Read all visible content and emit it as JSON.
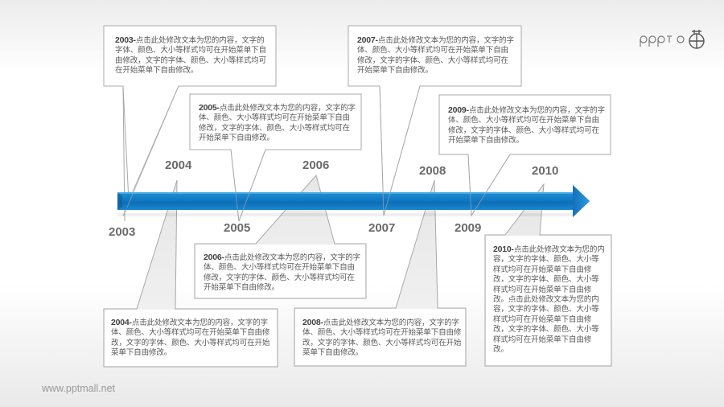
{
  "logo": {
    "text": "PPT",
    "icon": "ppt-pot-logo-icon"
  },
  "footer": {
    "url": "www.pptmall.net"
  },
  "timeline": {
    "arrow_color": "#1a8ad4",
    "years": [
      {
        "label": "2003",
        "position": "below"
      },
      {
        "label": "2004",
        "position": "above"
      },
      {
        "label": "2005",
        "position": "below"
      },
      {
        "label": "2006",
        "position": "above"
      },
      {
        "label": "2007",
        "position": "below"
      },
      {
        "label": "2008",
        "position": "above"
      },
      {
        "label": "2009",
        "position": "below"
      },
      {
        "label": "2010",
        "position": "above"
      }
    ]
  },
  "callouts": [
    {
      "year": "2003",
      "prefix": "2003-",
      "text": "点击此处修改文本为您的内容，文字的字体、颜色、大小等样式均可在开始菜单下自由修改，文字的字体、颜色、大小等样式均可在开始菜单下自由修改。"
    },
    {
      "year": "2004",
      "prefix": "2004-",
      "text": "点击此处修改文本为您的内容，文字的字体、颜色、大小等样式均可在开始菜单下自由修改，文字的字体、颜色、大小等样式均可在开始菜单下自由修改。"
    },
    {
      "year": "2005",
      "prefix": "2005-",
      "text": "点击此处修改文本为您的内容，文字的字体、颜色、大小等样式均可在开始菜单下自由修改，文字的字体、颜色、大小等样式均可在开始菜单下自由修改。"
    },
    {
      "year": "2006",
      "prefix": "2006-",
      "text": "点击此处修改文本为您的内容，文字的字体、颜色、大小等样式均可在开始菜单下自由修改，文字的字体、颜色、大小等样式均可在开始菜单下自由修改。"
    },
    {
      "year": "2007",
      "prefix": "2007-",
      "text": "点击此处修改文本为您的内容，文字的字体、颜色、大小等样式均可在开始菜单下自由修改，文字的字体、颜色、大小等样式均可在开始菜单下自由修改。"
    },
    {
      "year": "2008",
      "prefix": "2008-",
      "text": "点击此处修改文本为您的内容，文字的字体、颜色、大小等样式均可在开始菜单下自由修改，文字的字体、颜色、大小等样式均可在开始菜单下自由修改。"
    },
    {
      "year": "2009",
      "prefix": "2009-",
      "text": "点击此处修改文本为您的内容，文字的字体、颜色、大小等样式均可在开始菜单下自由修改，文字的字体、颜色、大小等样式均可在开始菜单下自由修改。"
    },
    {
      "year": "2010",
      "prefix": "2010-",
      "text": "点击此处修改文本为您的内容，文字的字体、颜色、大小等样式均可在开始菜单下自由修改，文字的字体、颜色、大小等样式均可在开始菜单下自由修改。点击此处修改文本为您的内容，文字的字体、颜色、大小等样式均可在开始菜单下自由修改，文字的字体、颜色、大小等样式均可在开始菜单下自由修改。"
    }
  ]
}
